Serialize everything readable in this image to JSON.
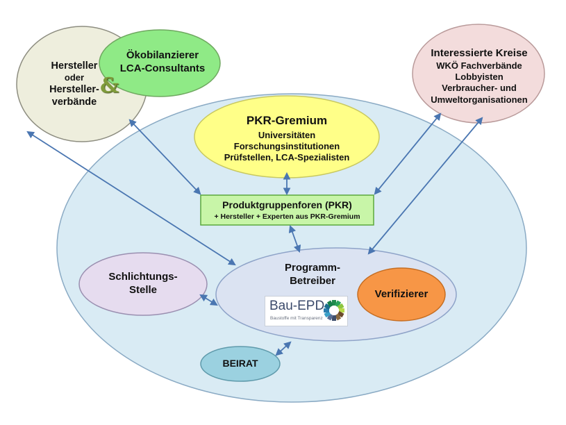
{
  "nodes": {
    "hersteller": {
      "lines": [
        "Hersteller",
        "oder",
        "Hersteller-",
        "verbände"
      ],
      "color": "#eeeedd"
    },
    "oekobilanzierer": {
      "lines": [
        "Ökobilanzierer",
        "LCA-Consultants"
      ],
      "color": "#8fea86"
    },
    "ampersand": "&",
    "interessierte": {
      "lines": [
        "Interessierte Kreise",
        "WKÖ Fachverbände",
        "Lobbyisten",
        "Verbraucher- und",
        "Umweltorganisationen"
      ],
      "color": "#f3dcdc"
    },
    "pkr_gremium": {
      "title": "PKR-Gremium",
      "lines": [
        "Universitäten",
        "Forschungsinstitutionen",
        "Prüfstellen, LCA-Spezialisten"
      ],
      "color": "#ffff88"
    },
    "produktgruppenforen": {
      "title": "Produktgruppenforen (PKR)",
      "subtitle": "+ Hersteller + Experten aus PKR-Gremium",
      "color": "#c8f5a8"
    },
    "schlichtungsstelle": {
      "lines": [
        "Schlichtungs-",
        "Stelle"
      ],
      "color": "#e6dcef"
    },
    "programmbetreiber": {
      "lines": [
        "Programm-",
        "Betreiber"
      ],
      "color": "#dbe3f2"
    },
    "verifizierer": {
      "label": "Verifizierer",
      "color": "#f79646"
    },
    "beirat": {
      "label": "BEIRAT",
      "color": "#9bd1e0"
    },
    "logo": {
      "title": "Bau-EPD",
      "subtitle": "Baustoffe mit Transparenz"
    }
  },
  "colors": {
    "big_ellipse": "#d9ebf4",
    "arrow": "#4a76b1"
  }
}
